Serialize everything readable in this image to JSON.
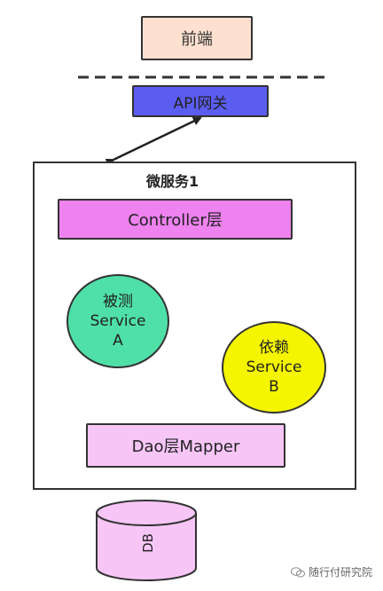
{
  "frontend": {
    "label": "前端"
  },
  "gateway": {
    "label": "API网关"
  },
  "service": {
    "title": "微服务1"
  },
  "controller": {
    "label": "Controller层"
  },
  "service_a": {
    "line1": "被测",
    "line2": "Service",
    "line3": "A"
  },
  "service_b": {
    "line1": "依赖",
    "line2": "Service",
    "line3": "B"
  },
  "dao": {
    "label": "Dao层Mapper"
  },
  "db": {
    "label": "DB"
  },
  "watermark": {
    "text": "随行付研究院"
  },
  "colors": {
    "frontend": "#fde0d0",
    "gateway": "#5b5cf0",
    "controller": "#ee82ee",
    "service_a": "#4fe0a8",
    "service_b": "#f5f500",
    "dao": "#f7c6f7",
    "db": "#f7c6f7"
  }
}
